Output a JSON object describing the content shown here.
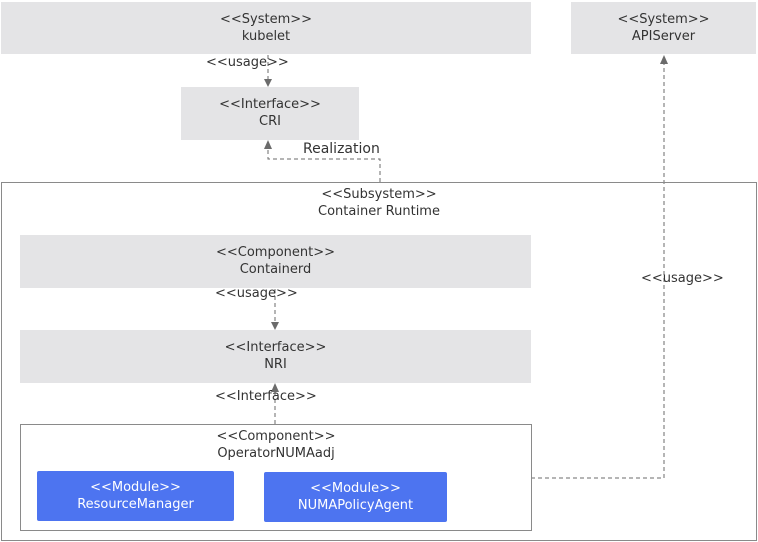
{
  "kubelet": {
    "stereotype": "<<System>>",
    "name": "kubelet"
  },
  "apiserver": {
    "stereotype": "<<System>>",
    "name": "APIServer"
  },
  "cri": {
    "stereotype": "<<Interface>>",
    "name": "CRI"
  },
  "container_runtime": {
    "stereotype": "<<Subsystem>>",
    "name": "Container Runtime"
  },
  "containerd": {
    "stereotype": "<<Component>>",
    "name": "Containerd"
  },
  "nri": {
    "stereotype": "<<Interface>>",
    "name": "NRI"
  },
  "operator": {
    "stereotype": "<<Component>>",
    "name": "OperatorNUMAadj"
  },
  "resource_manager": {
    "stereotype": "<<Module>>",
    "name": "ResourceManager"
  },
  "numa_policy_agent": {
    "stereotype": "<<Module>>",
    "name": "NUMAPolicyAgent"
  },
  "edges": {
    "kubelet_cri": "<<usage>>",
    "runtime_cri": "Realization",
    "containerd_nri": "<<usage>>",
    "operator_nri": "<<Interface>>",
    "operator_apiserver": "<<usage>>"
  },
  "colors": {
    "grey_box": "#e4e4e6",
    "module_blue": "#4d74f0",
    "line": "#6b6b6b"
  }
}
